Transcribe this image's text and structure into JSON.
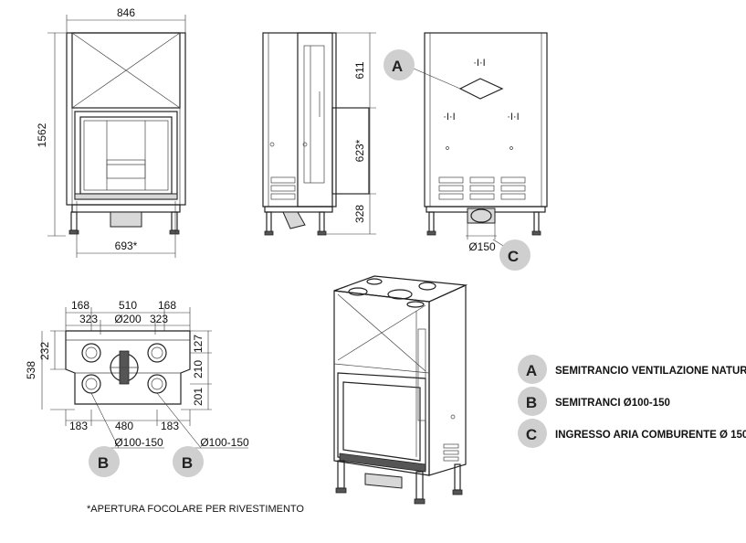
{
  "front": {
    "width_label": "846",
    "height_label": "1562",
    "opening_label": "693*"
  },
  "side": {
    "top_label": "611",
    "mid_label": "623*",
    "bottom_label": "328"
  },
  "rear": {
    "badge_top": "A",
    "diameter_label": "Ø150",
    "badge_bottom": "C"
  },
  "plan": {
    "top_left": "168",
    "top_center": "510",
    "top_right": "168",
    "inner_left": "323",
    "center_dia": "Ø200",
    "inner_right": "323",
    "left_a": "232",
    "left_b": "538",
    "right_a": "127",
    "right_b": "210",
    "right_c": "201",
    "bot_left": "183",
    "bot_center": "480",
    "bot_right": "183",
    "pipe_left": "Ø100-150",
    "pipe_right": "Ø100-150",
    "badge_left": "B",
    "badge_right": "B"
  },
  "footnote": "*APERTURA FOCOLARE PER RIVESTIMENTO",
  "legend": [
    {
      "key": "A",
      "text": "SEMITRANCIO VENTILAZIONE NATURALE"
    },
    {
      "key": "B",
      "text": "SEMITRANCI Ø100-150"
    },
    {
      "key": "C",
      "text": "INGRESSO ARIA COMBURENTE Ø 150"
    }
  ]
}
